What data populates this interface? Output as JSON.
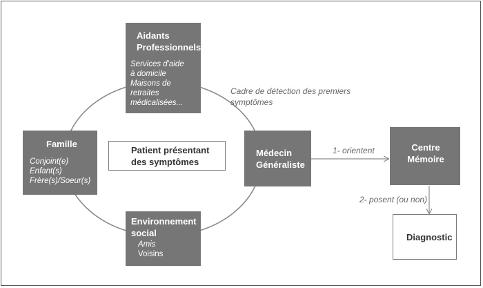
{
  "nodes": {
    "aidants": {
      "title_line1": "Aidants",
      "title_line2": "Professionnels",
      "items": [
        "Services d'aide",
        "à domicile",
        "Maisons de retraites",
        "médicalisées..."
      ]
    },
    "famille": {
      "title": "Famille",
      "items": [
        "Conjoint(e)",
        "Enfant(s)",
        "Frère(s)/Soeur(s)"
      ]
    },
    "patient": {
      "title_line1": "Patient présentant",
      "title_line2": "des symptômes"
    },
    "medecin": {
      "title_line1": "Médecin",
      "title_line2": "Généraliste"
    },
    "environnement": {
      "title_line1": "Environnement",
      "title_line2": "social",
      "items": [
        "Amis",
        "Voisins"
      ]
    },
    "centre": {
      "title_line1": "Centre",
      "title_line2": "Mémoire"
    },
    "diagnostic": {
      "title": "Diagnostic"
    }
  },
  "labels": {
    "cadre_line1": "Cadre de détection des premiers",
    "cadre_line2": "symptômes",
    "orientent": "1- orientent",
    "posent": "2- posent (ou non)"
  },
  "colors": {
    "box_fill": "#767676",
    "line": "#8a8a8a",
    "label_text": "#666666"
  }
}
